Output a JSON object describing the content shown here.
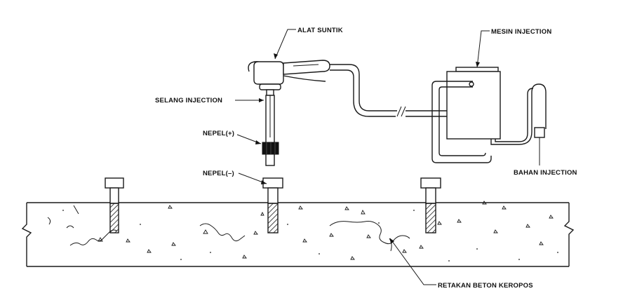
{
  "labels": {
    "alat_suntik": "ALAT SUNTIK",
    "mesin_injection": "MESIN INJECTION",
    "selang_injection": "SELANG INJECTION",
    "nepel_plus": "NEPEL(+)",
    "nepel_minus": "NEPEL(–)",
    "bahan_injection": "BAHAN INJECTION",
    "retakan": "RETAKAN BETON KEROPOS"
  }
}
